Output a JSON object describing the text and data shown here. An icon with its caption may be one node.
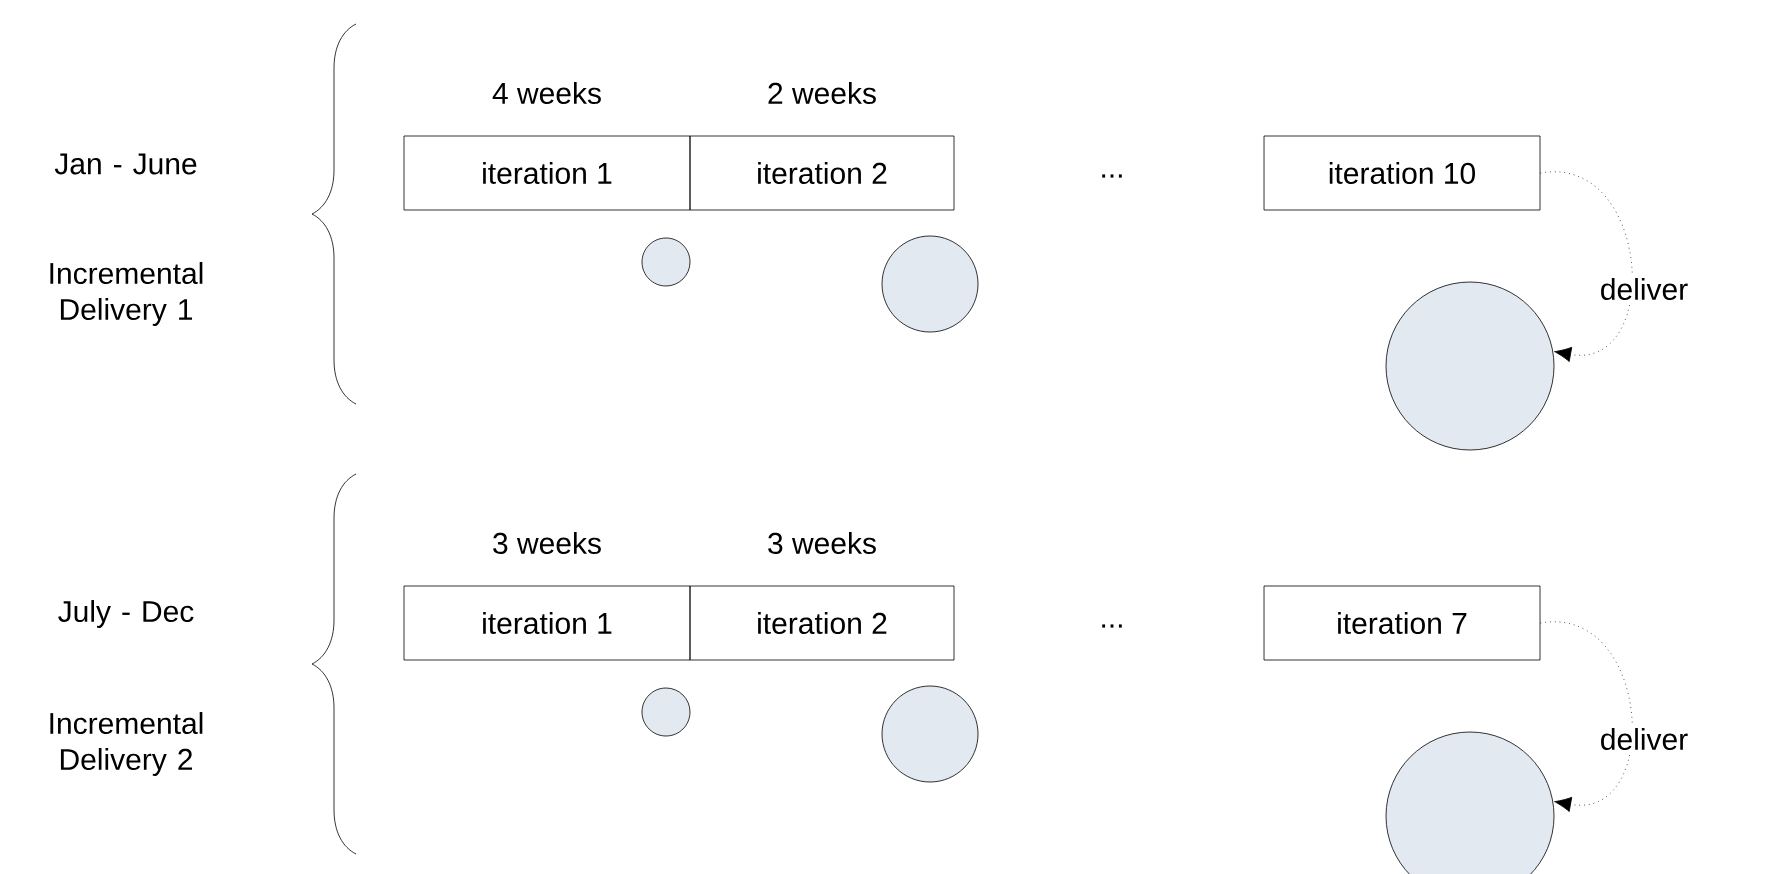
{
  "diagram": {
    "nodes": [
      {
        "text": [
          "iteration 1"
        ],
        "beside": [
          "4 weeks"
        ]
      },
      {
        "text": [
          "iteration 2"
        ],
        "beside": [
          "2 weeks"
        ]
      },
      {
        "text": [
          "iteration 10"
        ]
      },
      {
        "text": [],
        "shape": "circle"
      },
      {
        "text": [],
        "shape": "circle"
      },
      {
        "text": [],
        "shape": "circle"
      },
      {
        "text": [
          "iteration 1"
        ],
        "beside": [
          "3 weeks"
        ]
      },
      {
        "text": [
          "iteration 2"
        ],
        "beside": [
          "3 weeks"
        ]
      },
      {
        "text": [
          "iteration 7"
        ]
      },
      {
        "text": [],
        "shape": "circle"
      },
      {
        "text": [],
        "shape": "circle"
      },
      {
        "text": [],
        "shape": "circle"
      }
    ],
    "edges": [
      {
        "from": 2,
        "to": 5,
        "arrow": "to",
        "label": "deliver",
        "style": "dashed"
      },
      {
        "from": 8,
        "to": 11,
        "arrow": "to",
        "label": "deliver",
        "style": "dashed"
      }
    ],
    "labels": [
      "Jan - June",
      "Incremental Delivery 1",
      "...",
      "July - Dec",
      "Incremental Delivery 2",
      "..."
    ]
  }
}
